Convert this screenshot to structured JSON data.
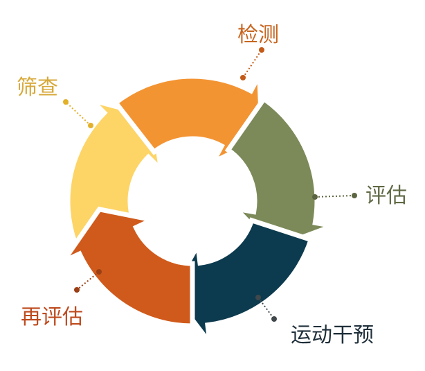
{
  "stages": [
    {
      "id": "screening",
      "label": "筛查",
      "color": "#FDD466",
      "dot": "#E3B02A",
      "text_color": "#D7A93A"
    },
    {
      "id": "detection",
      "label": "检测",
      "color": "#F39433",
      "dot": "#C45A17",
      "text_color": "#C7651F"
    },
    {
      "id": "evaluation",
      "label": "评估",
      "color": "#7C8A59",
      "dot": "#5B6540",
      "text_color": "#5F6A45"
    },
    {
      "id": "intervention",
      "label": "运动干预",
      "color": "#0C3A4E",
      "dot": "#40484C",
      "text_color": "#1F2F3A"
    },
    {
      "id": "re-evaluation",
      "label": "再评估",
      "color": "#D05A1B",
      "dot": "#9C3F14",
      "text_color": "#BE4A1E"
    }
  ]
}
